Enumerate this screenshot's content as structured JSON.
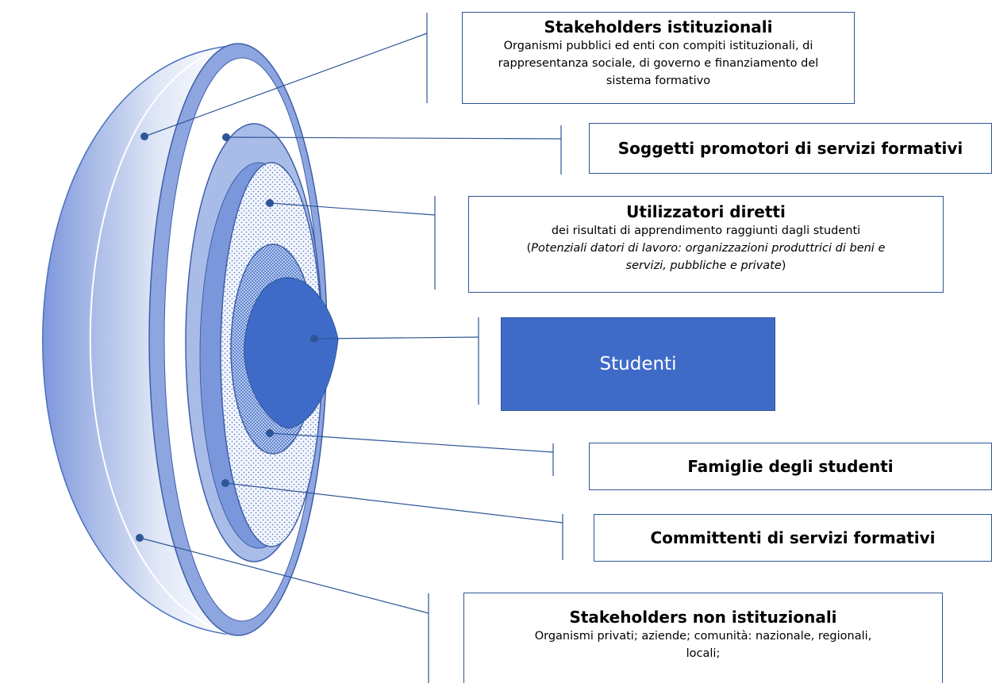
{
  "colors": {
    "outer_band": "#8ea6e0",
    "inner_band": "#6c8bd6",
    "core": "#3f6bc8",
    "dotted_fill": "#eef2fb",
    "line": "#2e5597",
    "box_border": "#2e5597"
  },
  "boxes": {
    "istituzionali": {
      "title": "Stakeholders istituzionali",
      "desc_1": "Organismi pubblici ed enti con compiti istituzionali, di",
      "desc_2": "rappresentanza sociale, di governo e finanziamento del",
      "desc_3": "sistema formativo"
    },
    "promotori": {
      "title": "Soggetti promotori di servizi formativi"
    },
    "utilizzatori": {
      "title": "Utilizzatori diretti",
      "desc_1": "dei risultati di apprendimento raggiunti dagli studenti",
      "paren_open": "(",
      "desc_2_italic": "Potenziali datori di lavoro: organizzazioni produttrici di beni e",
      "desc_3_italic": "servizi, pubbliche e private",
      "paren_close": ")"
    },
    "studenti": {
      "label": "Studenti"
    },
    "famiglie": {
      "title": "Famiglie degli studenti"
    },
    "committenti": {
      "title": "Committenti di servizi formativi"
    },
    "nonistituzionali": {
      "title": "Stakeholders non istituzionali",
      "desc_1": "Organismi privati; aziende; comunità: nazionale, regionali,",
      "desc_2": "locali;"
    }
  }
}
